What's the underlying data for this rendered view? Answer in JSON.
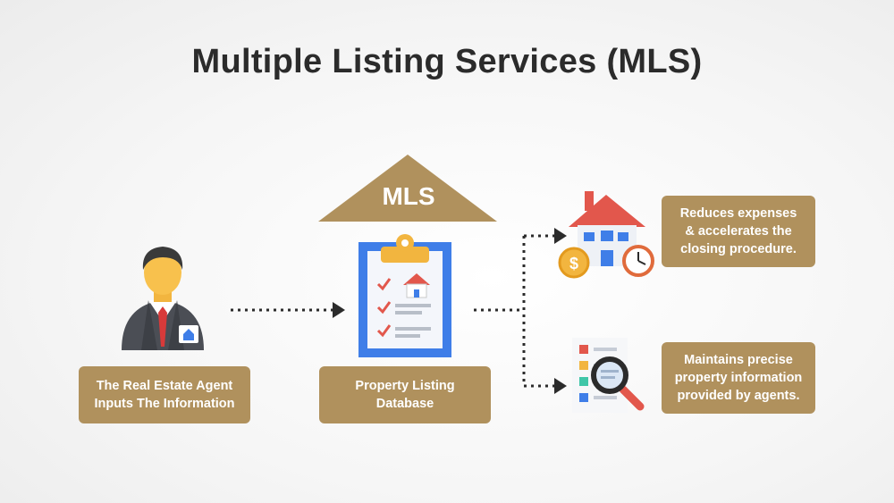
{
  "title": "Multiple Listing Services (MLS)",
  "roof_label": "MLS",
  "agent_label": "The Real Estate Agent\nInputs The Information",
  "database_label": "Property Listing\nDatabase",
  "benefits": [
    {
      "text": "Reduces expenses\n& accelerates the\nclosing procedure.",
      "icon": "house-coin-clock-icon"
    },
    {
      "text": "Maintains precise\nproperty information\nprovided by agents.",
      "icon": "magnifier-report-icon"
    }
  ],
  "currency_symbol": "$",
  "colors": {
    "accent_gold": "#b0915d",
    "title_text": "#2b2b2b",
    "clipboard_blue": "#3f7ee8",
    "roof_red": "#e2574c",
    "check_red": "#e2574c"
  }
}
